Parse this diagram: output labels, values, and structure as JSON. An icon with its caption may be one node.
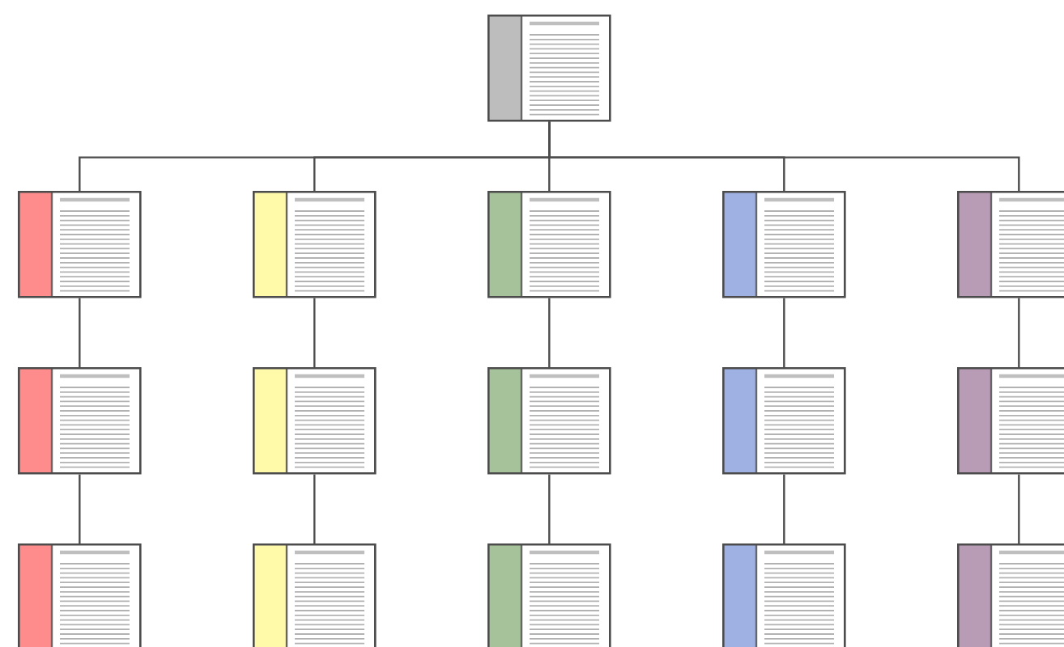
{
  "diagram": {
    "nodes": [
      {
        "text": [],
        "shape": "picture"
      },
      {
        "text": [],
        "shape": "picture"
      },
      {
        "text": [],
        "shape": "picture"
      },
      {
        "text": [],
        "shape": "picture"
      },
      {
        "text": [],
        "shape": "picture"
      },
      {
        "text": [],
        "shape": "picture"
      },
      {
        "text": [],
        "shape": "picture"
      },
      {
        "text": [],
        "shape": "picture"
      },
      {
        "text": [],
        "shape": "picture"
      },
      {
        "text": [],
        "shape": "picture"
      },
      {
        "text": [],
        "shape": "picture"
      },
      {
        "text": [],
        "shape": "picture"
      },
      {
        "text": [],
        "shape": "picture"
      },
      {
        "text": [],
        "shape": "picture"
      },
      {
        "text": [],
        "shape": "picture"
      },
      {
        "text": [],
        "shape": "picture"
      }
    ],
    "edges": [
      {
        "from": 0,
        "to": 1,
        "arrow": "none"
      },
      {
        "from": 0,
        "to": 2,
        "arrow": "none"
      },
      {
        "from": 0,
        "to": 3,
        "arrow": "none"
      },
      {
        "from": 0,
        "to": 4,
        "arrow": "none"
      },
      {
        "from": 0,
        "to": 5,
        "arrow": "none"
      },
      {
        "from": 1,
        "to": 6,
        "arrow": "none"
      },
      {
        "from": 2,
        "to": 7,
        "arrow": "none"
      },
      {
        "from": 3,
        "to": 8,
        "arrow": "none"
      },
      {
        "from": 4,
        "to": 9,
        "arrow": "none"
      },
      {
        "from": 5,
        "to": 10,
        "arrow": "none"
      },
      {
        "from": 6,
        "to": 11,
        "arrow": "none"
      },
      {
        "from": 7,
        "to": 12,
        "arrow": "none"
      },
      {
        "from": 8,
        "to": 13,
        "arrow": "none"
      },
      {
        "from": 9,
        "to": 14,
        "arrow": "none"
      },
      {
        "from": 10,
        "to": 15,
        "arrow": "none"
      }
    ]
  }
}
